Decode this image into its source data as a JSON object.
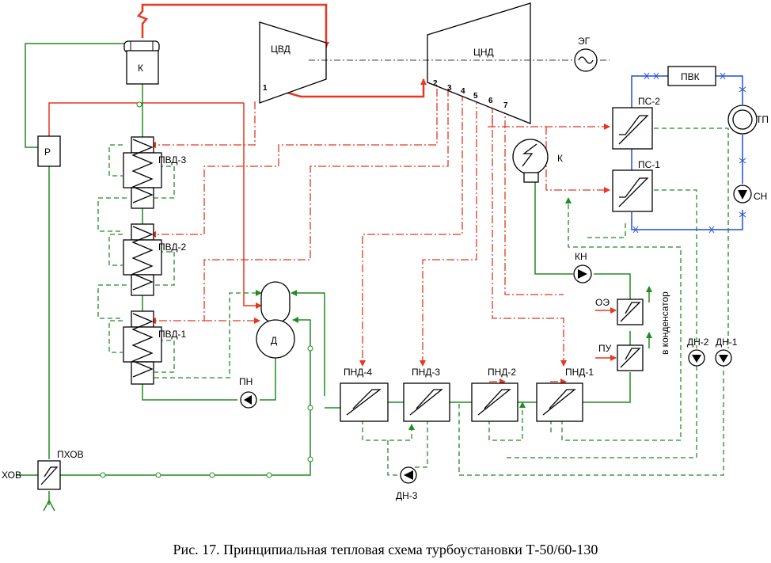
{
  "labels": {
    "k_top": "К",
    "r": "Р",
    "cvd": "ЦВД",
    "cnd": "ЦНД",
    "eg": "ЭГ",
    "pvk": "ПВК",
    "tp": "ТП",
    "ps2": "ПС-2",
    "ps1": "ПС-1",
    "sn": "СН",
    "k_cond": "К",
    "pvd3": "ПВД-3",
    "pvd2": "ПВД-2",
    "pvd1": "ПВД-1",
    "d": "Д",
    "pn": "ПН",
    "kn": "КН",
    "oe": "ОЭ",
    "pu": "ПУ",
    "to_condenser": "в конденсатор",
    "dn2": "ДН-2",
    "dn1": "ДН-1",
    "pnd4": "ПНД-4",
    "pnd3": "ПНД-3",
    "pnd2": "ПНД-2",
    "pnd1": "ПНД-1",
    "dn3": "ДН-3",
    "pxov": "ПХОВ",
    "xov": "ХОВ"
  },
  "extraction_numbers": [
    "1",
    "2",
    "3",
    "4",
    "5",
    "6",
    "7"
  ],
  "caption": "Рис. 17. Принципиальная тепловая схема турбоустановки Т-50/60-130",
  "colors": {
    "steam": "#e8361f",
    "feedwater": "#228b22",
    "heating_network": "#1f4fd8",
    "outline": "#000000"
  }
}
